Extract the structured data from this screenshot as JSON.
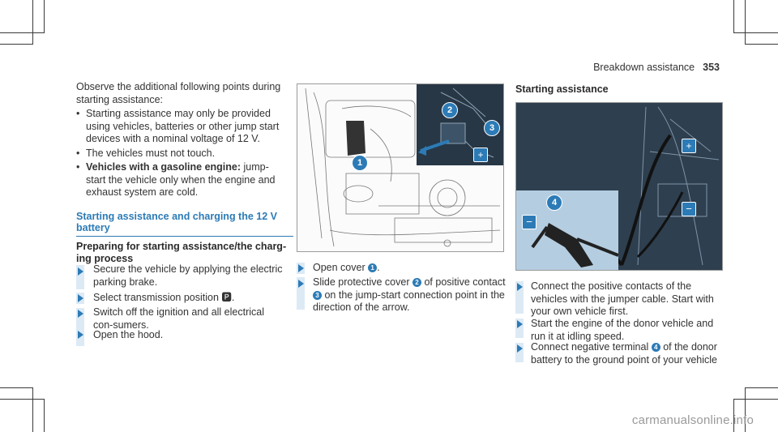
{
  "header": {
    "section": "Breakdown assistance",
    "page": "353"
  },
  "col1": {
    "intro": "Observe the additional following points during starting assistance:",
    "bullets": [
      "Starting assistance may only be provided using vehicles, batteries or other jump start devices with a nominal voltage of 12 V.",
      "The vehicles must not touch."
    ],
    "bullet3_bold": "Vehicles with a gasoline engine:",
    "bullet3_rest": " jump-start the vehicle only when the engine and exhaust system are cold.",
    "section_title": "Starting assistance and charging the 12 V battery",
    "sub_title": "Preparing for starting assistance/the charg-ing process",
    "steps": [
      "Secure the vehicle by applying the electric parking brake.",
      "Select transmission position 🅿.",
      "Switch off the ignition and all electrical con-sumers.",
      "Open the hood."
    ]
  },
  "col2": {
    "step1_a": "Open cover",
    "step1_b": ".",
    "step2_a": "Slide protective cover",
    "step2_b": "of positive contact",
    "step2_c": "on the jump-start connection point in the direction of the arrow.",
    "callouts": {
      "n1": "1",
      "n2": "2",
      "n3": "3",
      "plus": "+"
    }
  },
  "col3": {
    "title": "Starting assistance",
    "step1": "Connect the positive contacts of the vehicles with the jumper cable. Start with your own vehicle first.",
    "step2": "Start the engine of the donor vehicle and run it at idling speed.",
    "step3_a": "Connect negative terminal",
    "step3_b": "of the donor battery to the ground point of your vehicle",
    "callouts": {
      "n4": "4",
      "plus": "+",
      "minus1": "−",
      "minus2": "−"
    }
  },
  "watermark": "carmanualsonline.info",
  "colors": {
    "accent": "#2c7bb6",
    "step_bar": "#dceaf5"
  }
}
